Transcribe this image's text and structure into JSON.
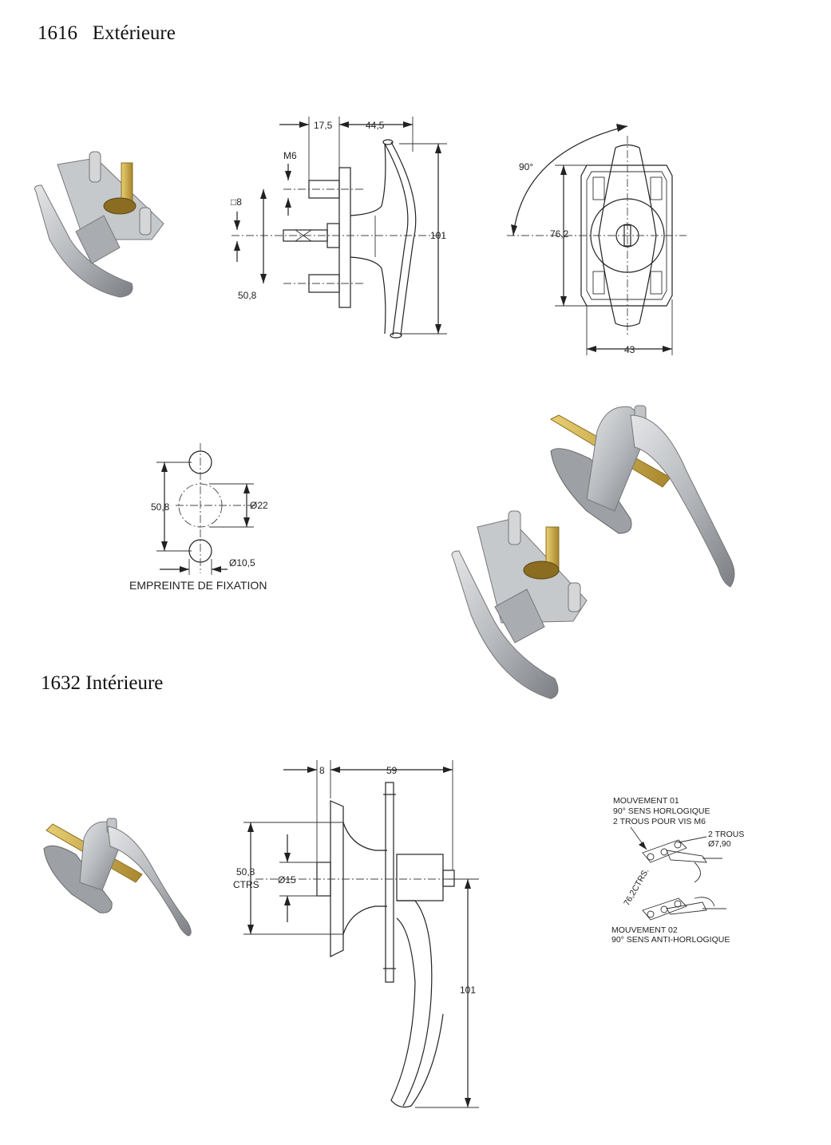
{
  "section_1": {
    "title": "1616   Extérieure",
    "drawing_side": {
      "dim_a": "17,5",
      "dim_b": "44,5",
      "dim_m6": "M6",
      "dim_square": "□8",
      "dim_height": "101",
      "dim_spacing": "50,8"
    },
    "drawing_front": {
      "angle": "90°",
      "dim_height": "76,2",
      "dim_width": "43"
    },
    "fixing_template": {
      "dim_spacing": "50,8",
      "dim_center_hole": "Ø22",
      "dim_small_hole": "Ø10,5",
      "caption": "EMPREINTE DE FIXATION"
    }
  },
  "section_2": {
    "title": "1632 Intérieure",
    "drawing_side": {
      "dim_a": "8",
      "dim_b": "59",
      "dim_spacing": "50,8",
      "dim_spacing_note": "CTRS",
      "dim_diameter": "Ø15",
      "dim_height": "101"
    },
    "movement": {
      "line1": "MOUVEMENT 01",
      "line2": "90° SENS HORLOGIQUE",
      "line3": "2 TROUS POUR VIS M6",
      "holes_a": "2 TROUS",
      "holes_b": "Ø7,90",
      "ctrs": "76,2CTRS.",
      "line4": "MOUVEMENT 02",
      "line5": "90° SENS ANTI-HORLOGIQUE"
    }
  },
  "colors": {
    "metal": "#b9bcc0",
    "metal_dark": "#7f8387",
    "brass": "#c9a94a"
  }
}
